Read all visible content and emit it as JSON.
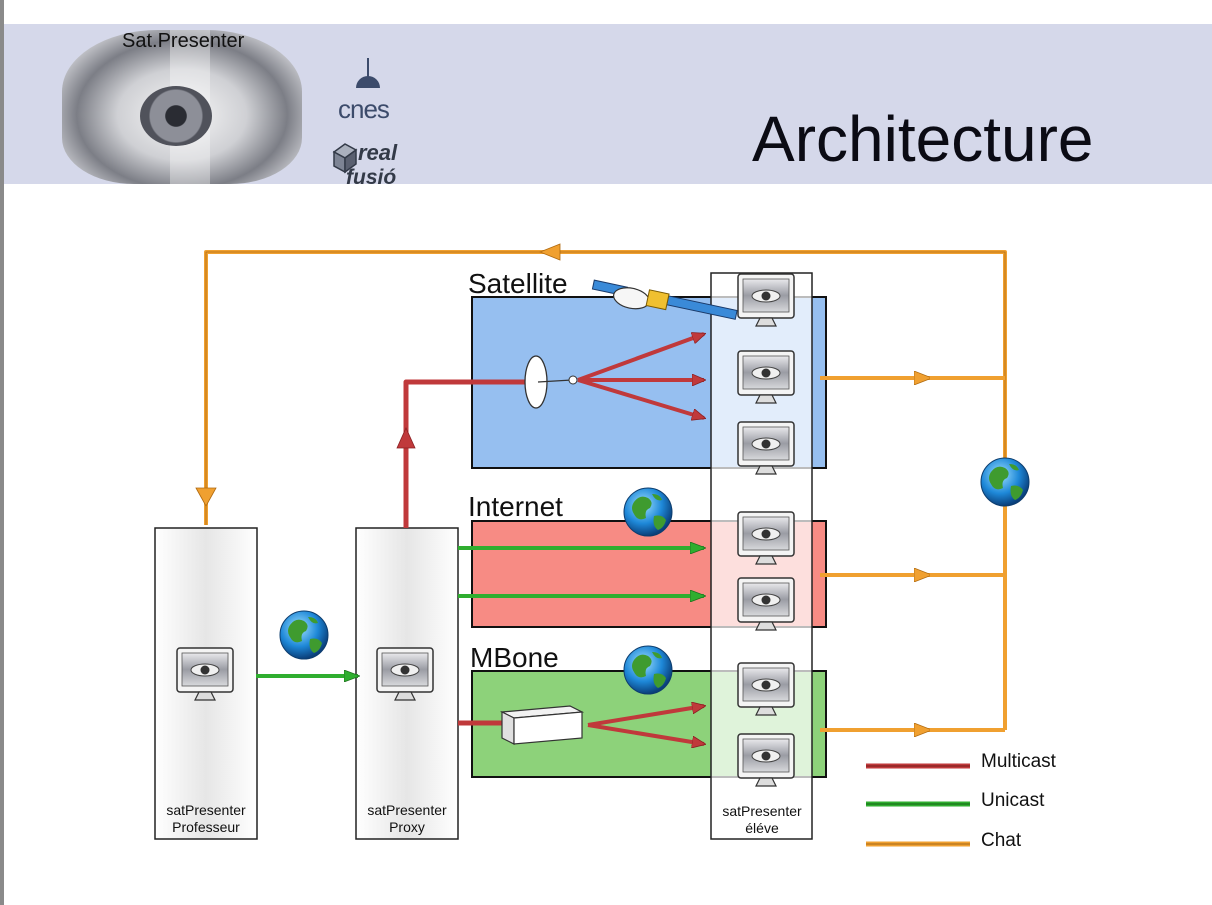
{
  "header": {
    "app_name": "Sat.Presenter",
    "logo_cnes": "cnes",
    "logo_real": "real",
    "logo_fusio": "fusió",
    "title": "Architecture"
  },
  "diagram": {
    "zones": [
      {
        "label": "Satellite",
        "color": "#96bff0"
      },
      {
        "label": "Internet",
        "color": "#f78b84"
      },
      {
        "label": "MBone",
        "color": "#8dd27a"
      }
    ],
    "nodes": [
      {
        "line1": "satPresenter",
        "line2": "Professeur"
      },
      {
        "line1": "satPresenter",
        "line2": "Proxy"
      },
      {
        "line1": "satPresenter",
        "line2": "éléve"
      }
    ],
    "legend": [
      {
        "label": "Multicast",
        "color": "#c0393b"
      },
      {
        "label": "Unicast",
        "color": "#2fae2f"
      },
      {
        "label": "Chat",
        "color": "#f0a030"
      }
    ],
    "icons": [
      "globe-icon",
      "monitor-icon",
      "satellite-icon",
      "dish-icon",
      "router-icon"
    ]
  }
}
